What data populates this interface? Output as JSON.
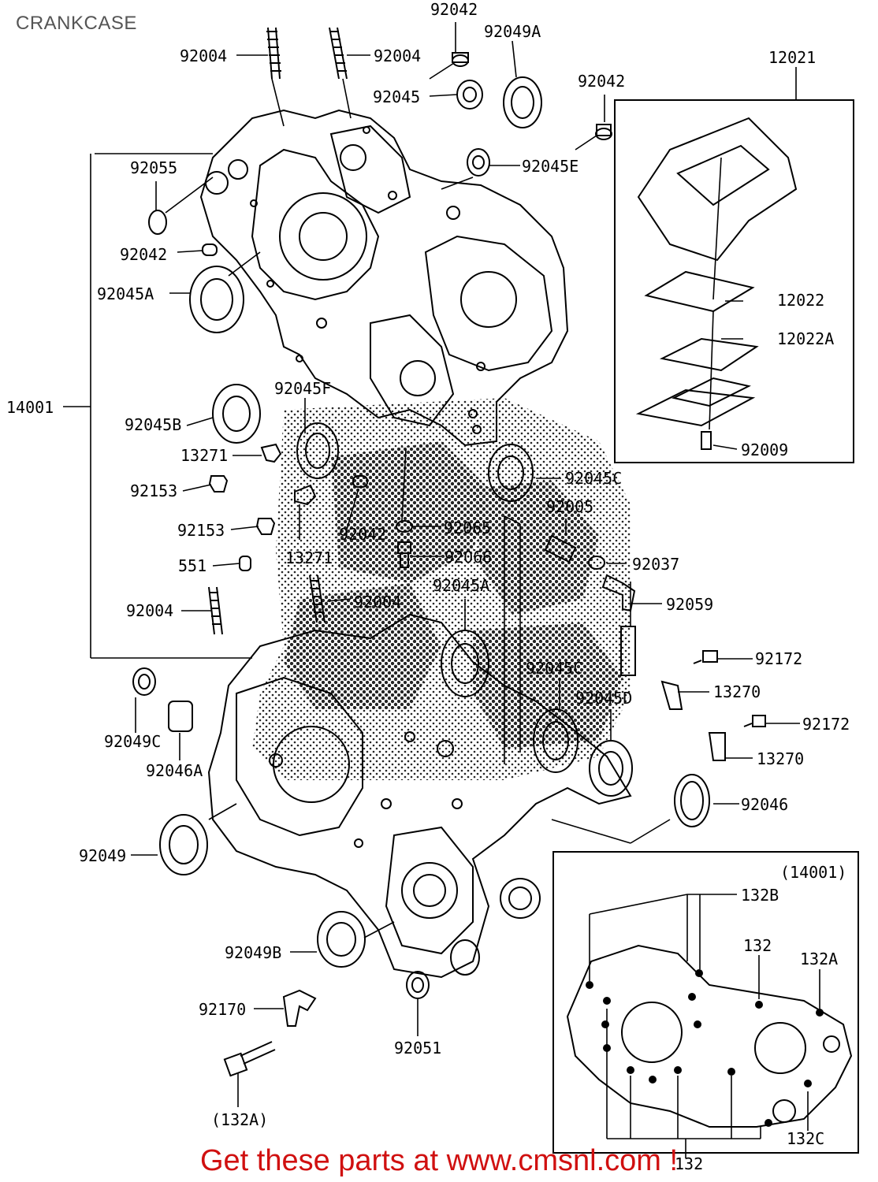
{
  "title": "CRANKCASE",
  "promo": "Get these parts at www.cmsnl.com !",
  "labels": {
    "p92042_top": "92042",
    "p92049A": "92049A",
    "p92004_l": "92004",
    "p92004_r": "92004",
    "p92045": "92045",
    "p92042_b": "92042",
    "p92045E": "92045E",
    "p12021": "12021",
    "p92055": "92055",
    "p92042_l": "92042",
    "p92045A_l": "92045A",
    "p12022": "12022",
    "p12022A": "12022A",
    "p14001": "14001",
    "p92045F": "92045F",
    "p92045B": "92045B",
    "p13271_a": "13271",
    "p92009": "92009",
    "p92153_a": "92153",
    "p92045C_r": "92045C",
    "p92005": "92005",
    "p92153_b": "92153",
    "p92042_m": "92042",
    "p92065": "92065",
    "p92066": "92066",
    "p92037": "92037",
    "p551": "551",
    "p13271_b": "13271",
    "p92045A_m": "92045A",
    "p92004_m": "92004",
    "p92004_b": "92004",
    "p92059": "92059",
    "p92172_a": "92172",
    "p92045C_m": "92045C",
    "p13270_a": "13270",
    "p92045D": "92045D",
    "p92049C": "92049C",
    "p92172_b": "92172",
    "p92046A": "92046A",
    "p13270_b": "13270",
    "p92046": "92046",
    "p92049": "92049",
    "p14001_ref": "(14001)",
    "p132B": "132B",
    "p132": "132",
    "p132A_r": "132A",
    "p92049B": "92049B",
    "p92170": "92170",
    "p92051": "92051",
    "p132A_ref": "(132A)",
    "p132C": "132C",
    "p132_b": "132"
  }
}
